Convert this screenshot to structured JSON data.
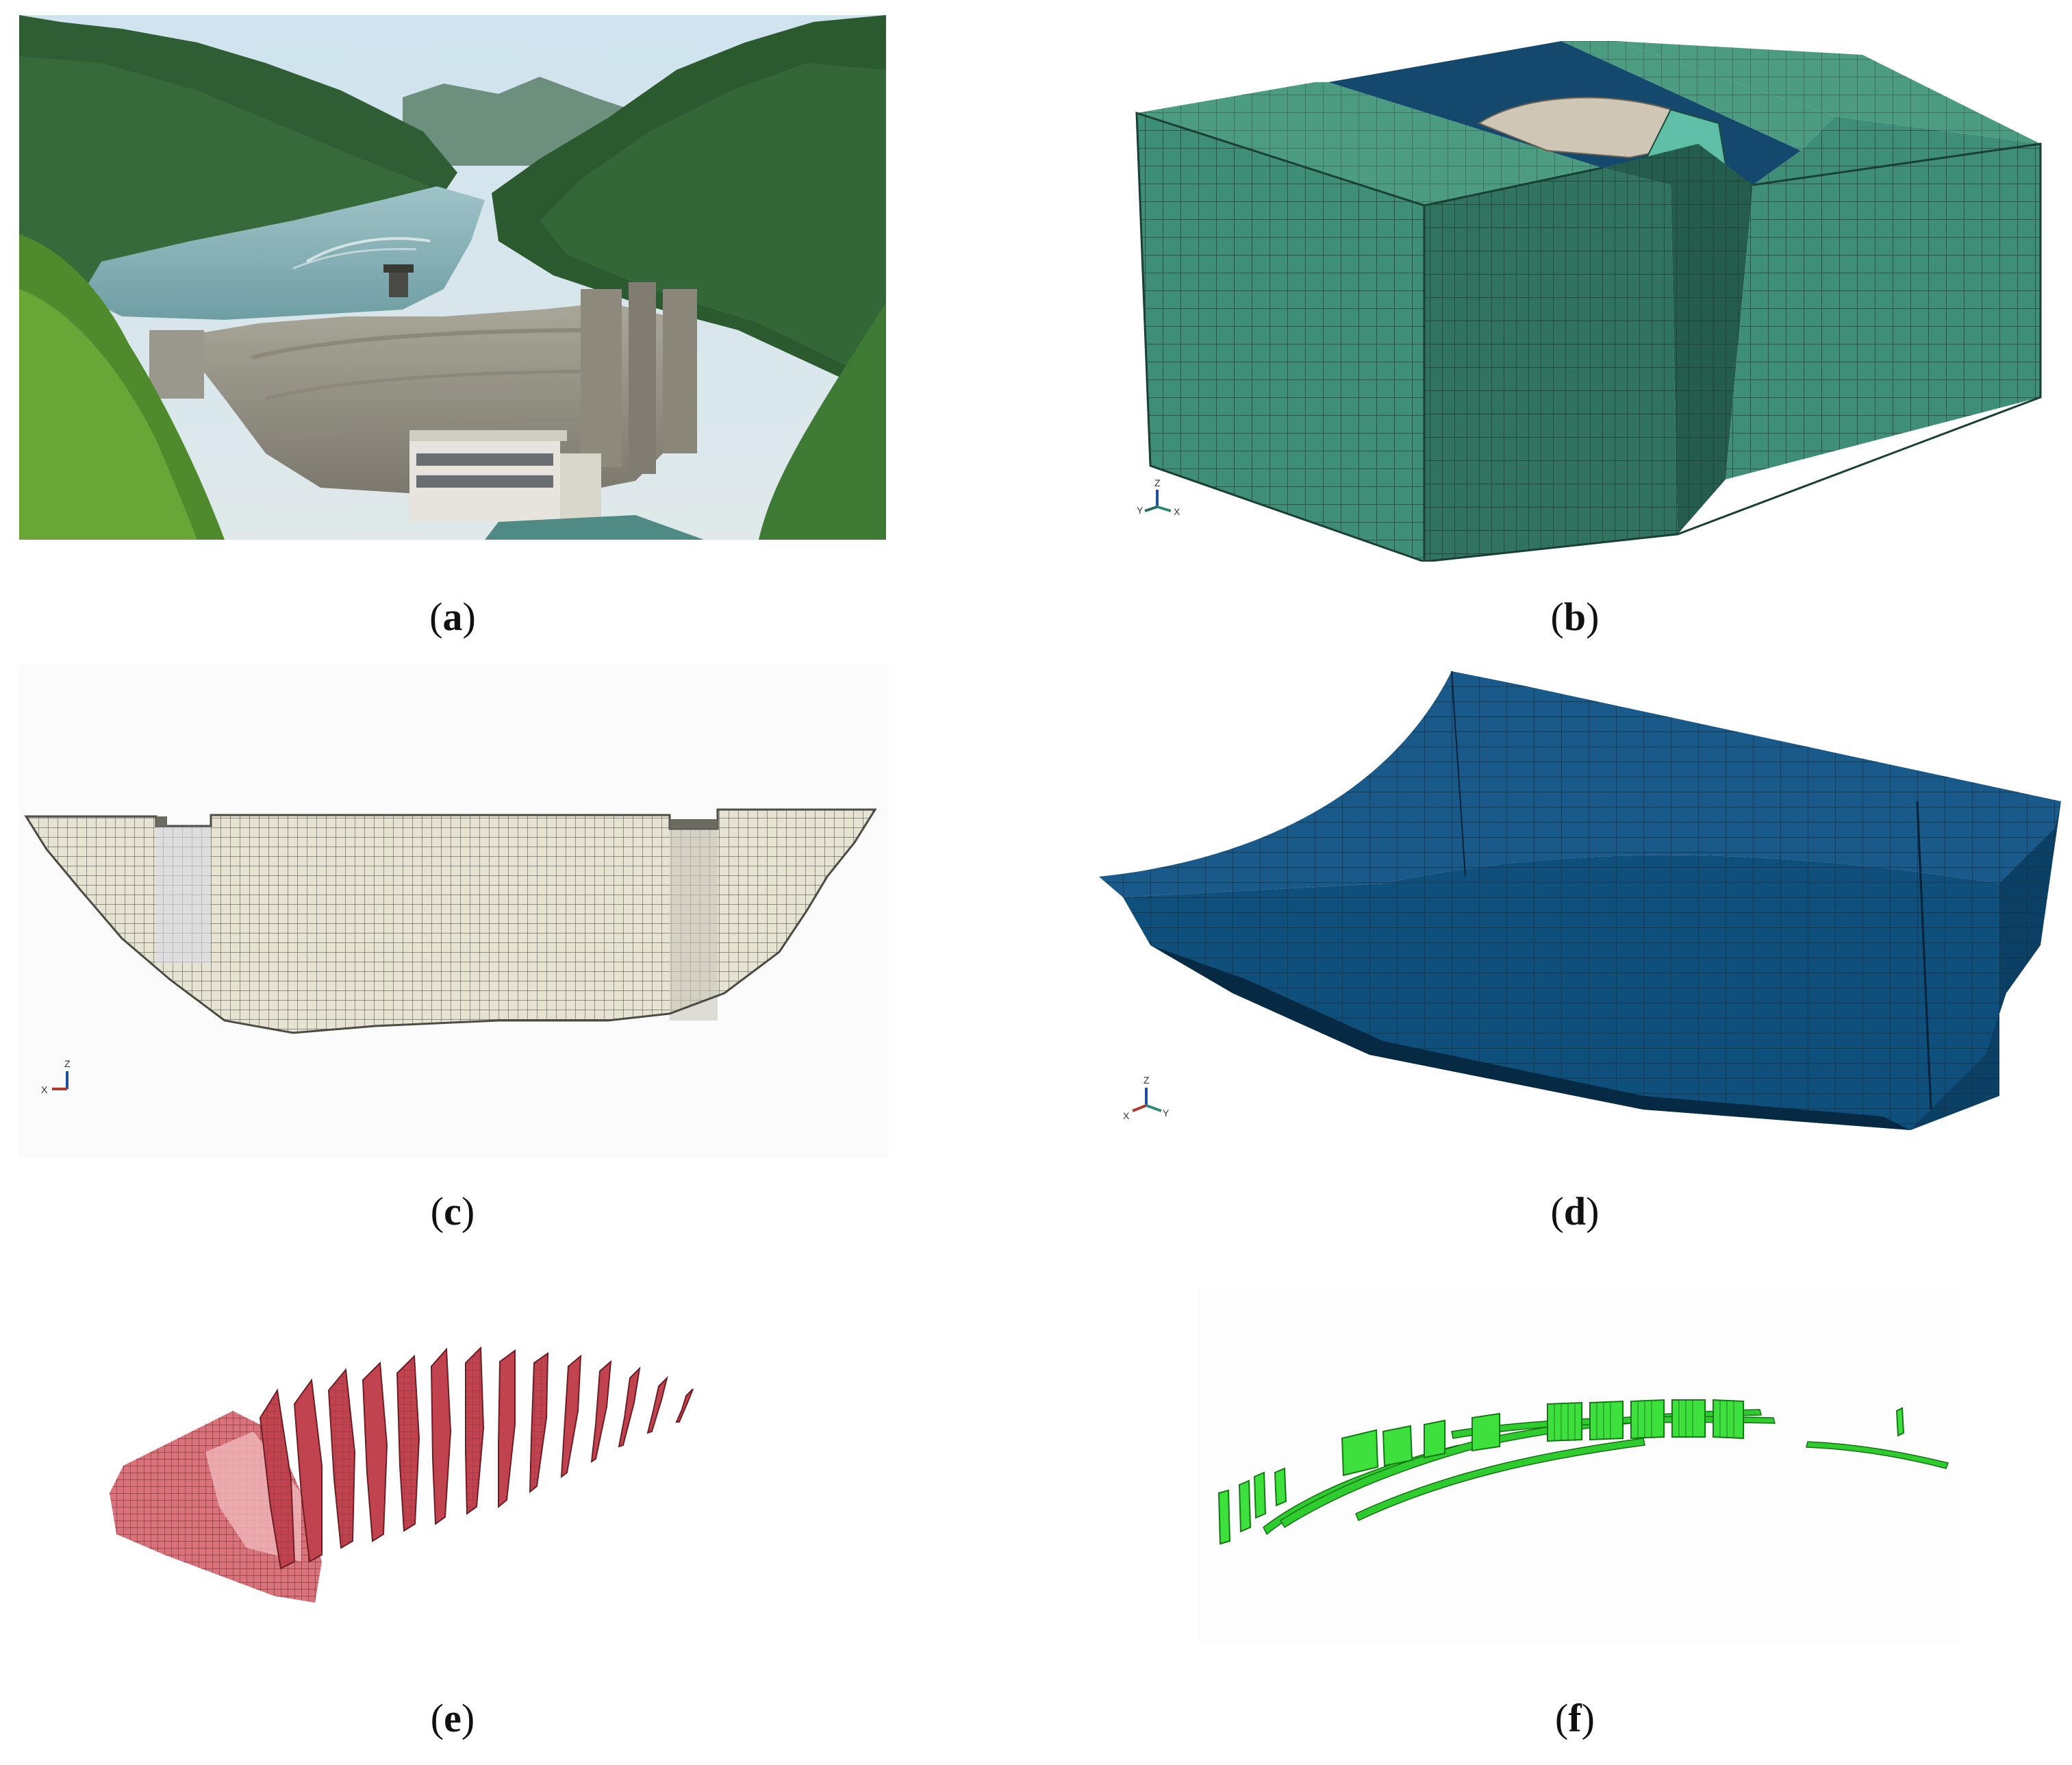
{
  "figure": {
    "panels": [
      {
        "id": "a",
        "caption": "a",
        "content": "photo-dam-reservoir"
      },
      {
        "id": "b",
        "caption": "b",
        "content": "fe-model-foundation-block",
        "color": "#3f8f78",
        "triad": {
          "vertical": "Z",
          "left": "Y",
          "right": "X"
        }
      },
      {
        "id": "c",
        "caption": "c",
        "content": "fe-model-dam-body-elevation",
        "color": "#e6e3d3",
        "triad": {
          "vertical": "Z",
          "left": "X"
        }
      },
      {
        "id": "d",
        "caption": "d",
        "content": "fe-model-dam-body-3d",
        "color": "#0f4f7c",
        "triad": {
          "vertical": "Z",
          "left": "X",
          "right": "Y"
        }
      },
      {
        "id": "e",
        "caption": "e",
        "content": "fe-model-joint-surfaces",
        "color": "#c0434f"
      },
      {
        "id": "f",
        "caption": "f",
        "content": "fe-model-crack-elements",
        "color": "#2ecc2e"
      }
    ]
  }
}
